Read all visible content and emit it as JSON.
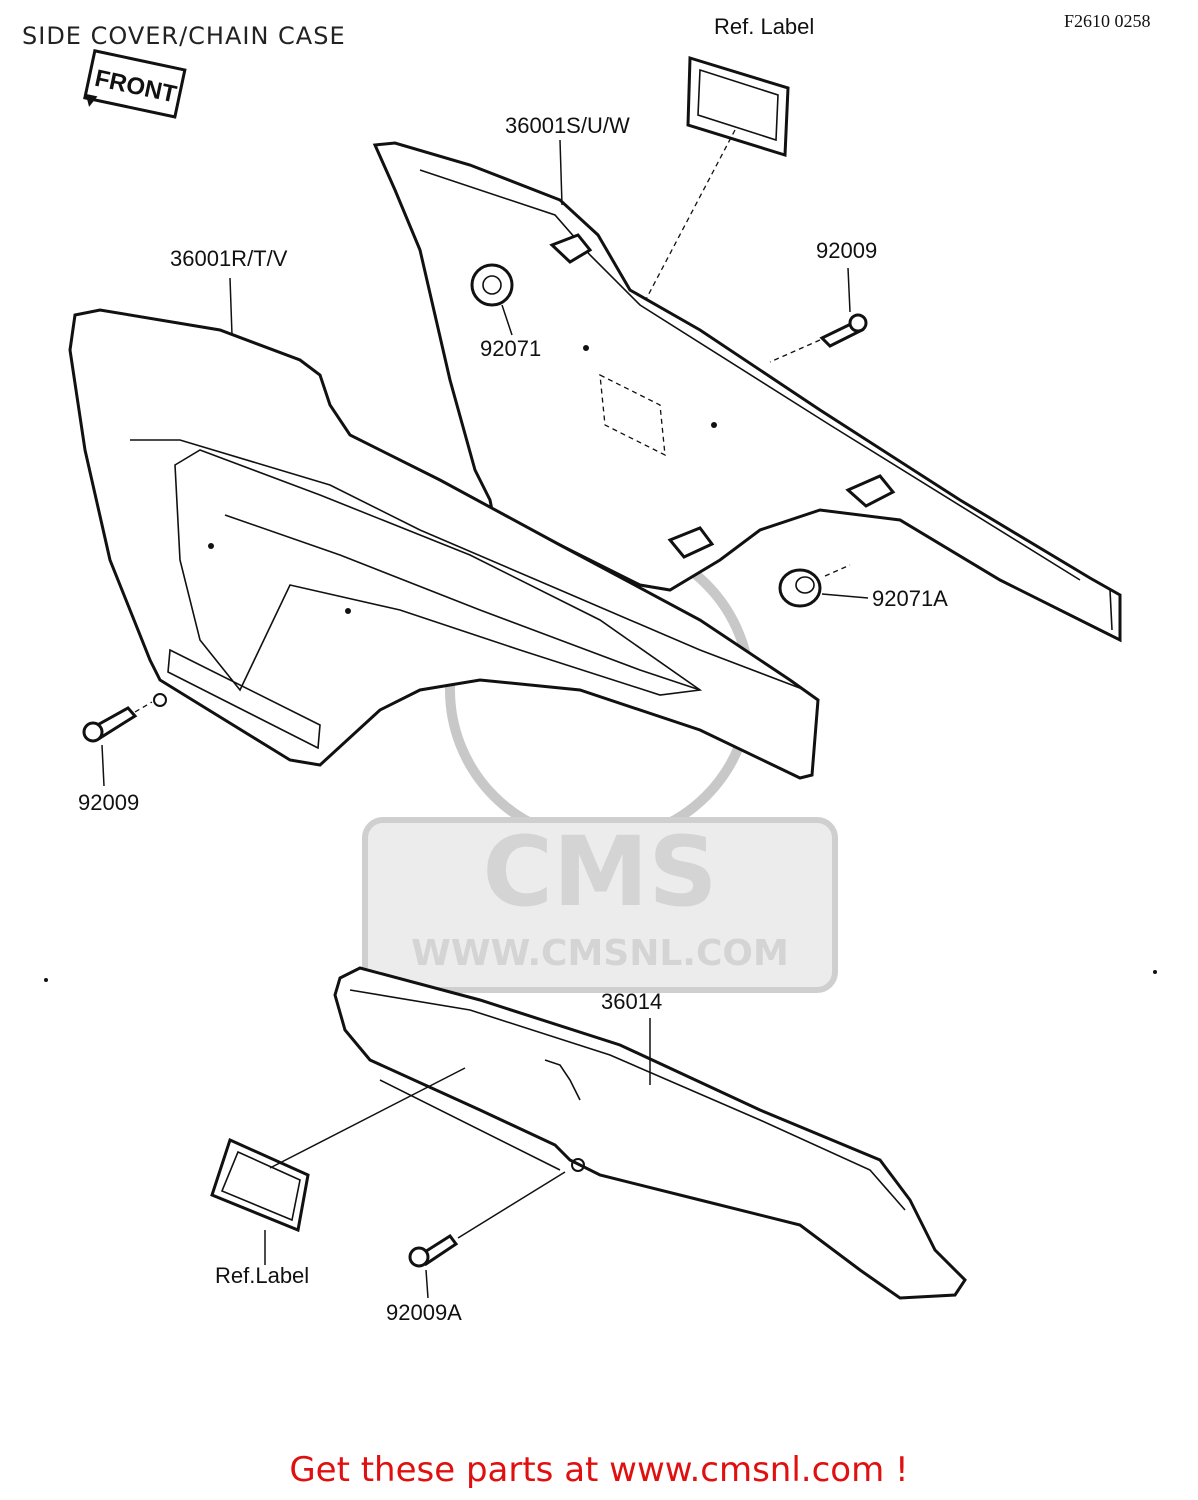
{
  "title": "SIDE COVER/CHAIN CASE",
  "diagram_code": "F2610 0258",
  "front_badge": "FRONT",
  "watermark": {
    "logo_text": "CMS",
    "url_text": "WWW.CMSNL.COM"
  },
  "labels": {
    "ref_label_top": "Ref. Label",
    "side_cover_right": "36001S/U/W",
    "side_cover_left": "36001R/T/V",
    "bolt_top_right": "92009",
    "grommet_top": "92071",
    "grommet_right": "92071A",
    "bolt_left": "92009",
    "chain_case": "36014",
    "ref_label_bottom": "Ref.Label",
    "bolt_bottom": "92009A"
  },
  "footer": "Get these parts at www.cmsnl.com !"
}
